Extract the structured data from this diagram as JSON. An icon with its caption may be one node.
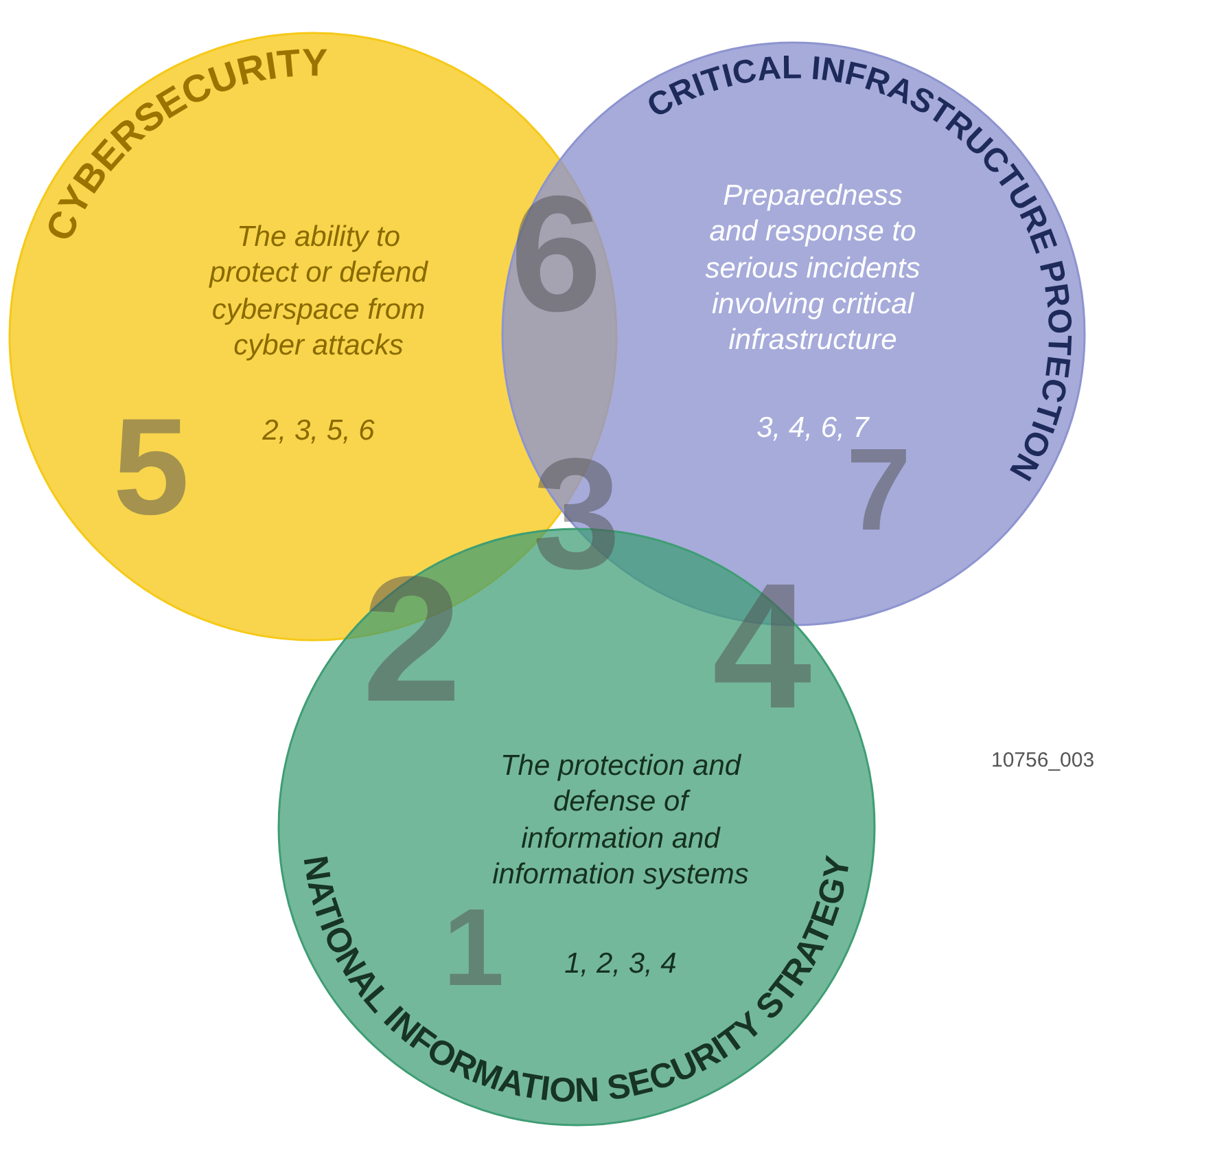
{
  "diagram": {
    "nodes": [
      {
        "text": [
          "CYBERSECURITY",
          "The ability to protect or defend cyberspace from cyber attacks",
          "2, 3, 5, 6"
        ]
      },
      {
        "text": [
          "CRITICAL INFRASTRUCTURE PROTECTION",
          "Preparedness and response to serious incidents involving critical infrastructure",
          "3, 4, 6, 7"
        ]
      },
      {
        "text": [
          "NATIONAL INFORMATION SECURITY STRATEGY",
          "The protection and defense of information and information systems",
          "1, 2, 3, 4"
        ]
      }
    ],
    "edges": [],
    "labels": [
      "5",
      "7",
      "6",
      "3",
      "2",
      "4",
      "1",
      "10756_003"
    ]
  }
}
